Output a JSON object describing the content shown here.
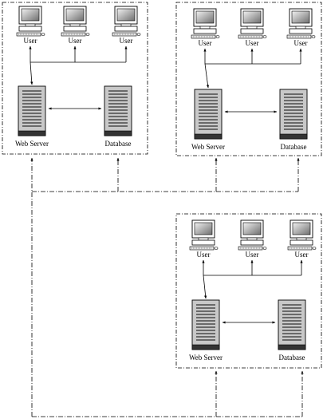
{
  "labels": {
    "user": "User",
    "web_server": "Web Server",
    "database": "Database"
  },
  "colors": {
    "line": "#000000",
    "box_border": "#000000",
    "screen_light": "#f0f0f0",
    "screen_dark": "#777777",
    "server_body": "#c8c8c8",
    "server_base": "#333333"
  },
  "clusters": [
    {
      "name": "cluster-1",
      "users": [
        "User",
        "User",
        "User"
      ],
      "server": "Web Server",
      "database": "Database"
    },
    {
      "name": "cluster-2",
      "users": [
        "User",
        "User",
        "User"
      ],
      "server": "Web Server",
      "database": "Database"
    },
    {
      "name": "cluster-3",
      "users": [
        "User",
        "User",
        "User"
      ],
      "server": "Web Server",
      "database": "Database"
    }
  ]
}
